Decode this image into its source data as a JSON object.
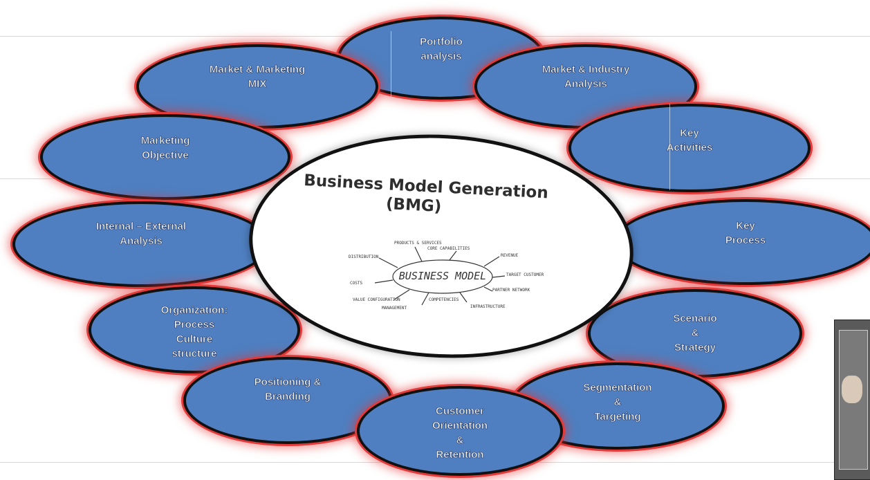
{
  "center": {
    "title": "Business Model Generation",
    "subtitle": "(BMG)",
    "sketch": {
      "core": "BUSINESS MODEL",
      "words": [
        "PRODUCTS & SERVICES",
        "CORE CAPABILITIES",
        "REVENUE",
        "DISTRIBUTION",
        "TARGET CUSTOMER",
        "PARTNER NETWORK",
        "COSTS",
        "VALUE CONFIGURATION",
        "COMPETENCIES",
        "MANAGEMENT",
        "INFRASTRUCTURE"
      ]
    }
  },
  "nodes": {
    "portfolio": "Portfolio\nanalysis",
    "market_industry": "Market & Industry\nAnalysis",
    "key_activities": "Key\nActivities",
    "key_process": "Key\nProcess",
    "scenario": "Scenario\n&\nStrategy",
    "segmentation": "Segmentation\n&\nTargeting",
    "customer": "Customer\nOrientation\n&\nRetention",
    "positioning": "Positioning &\nBranding",
    "organization": "Organization:\nProcess\nCulture\nstructure",
    "internal_external": "Internal – External\nAnalysis",
    "marketing_objective": "Marketing\nObjective",
    "market_mix": "Market & Marketing\nMIX"
  },
  "colors": {
    "node_fill": "#4f7fc0",
    "node_glow": "#e33a3a",
    "outline": "#111111",
    "center_fill": "#ffffff"
  }
}
